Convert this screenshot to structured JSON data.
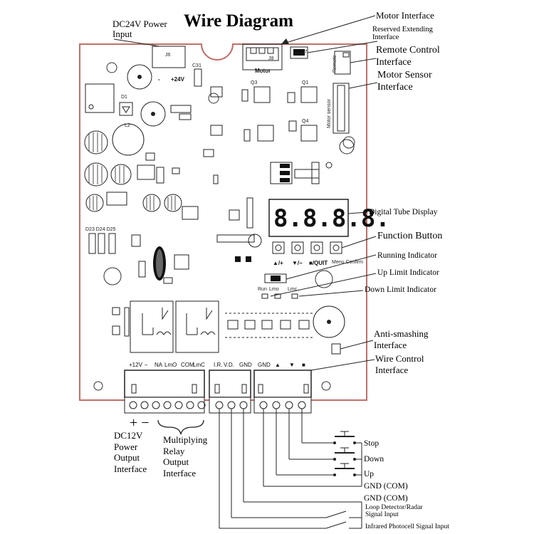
{
  "title": "Wire Diagram",
  "top_labels": {
    "dc24v_power_input": [
      "DC24V Power",
      "Input"
    ],
    "motor_interface": "Motor Interface",
    "reserved_extending_interface": [
      "Reserved Extending",
      "Interface"
    ],
    "remote_control_interface": [
      "Remote Control",
      "Interface"
    ],
    "motor_sensor_interface": [
      "Motor Sensor",
      "Interface"
    ]
  },
  "side_labels": {
    "digital_tube_display": "Digital Tube Display",
    "function_button": "Function Button",
    "running_indicator": "Running Indicator",
    "up_limit_indicator": "Up Limit Indicator",
    "down_limit_indicator": "Down Limit Indicator",
    "anti_smashing_interface": [
      "Anti-smashing",
      "Interface"
    ],
    "wire_control_interface": [
      "Wire Control",
      "Interface"
    ]
  },
  "board": {
    "motor_connector": "Motor",
    "plus_24v": "+24V",
    "minus": "-",
    "remote_label": "Remote",
    "motor_sensor_label": "Motor sensor",
    "display_digits": "8.8.8.8.",
    "buttons": [
      {
        "label": "▲/+"
      },
      {
        "label": "▼/−"
      },
      {
        "label": "■/QUIT"
      },
      {
        "label": "Menu Confirm"
      }
    ],
    "indicators": [
      "Run",
      "Lmo",
      "Lmc"
    ],
    "terminal_labels": [
      "+12V",
      "–",
      "NA",
      "LmO",
      "COM",
      "LmC",
      "I.R.",
      "V.D.",
      "GND",
      "GND",
      "▲",
      "▼",
      "■"
    ]
  },
  "bottom_labels": {
    "dc12v": [
      "DC12V",
      "Power",
      "Output",
      "Interface"
    ],
    "plus_minus": "+ −",
    "multiplying_relay": [
      "Multiplying",
      "Relay",
      "Output",
      "Interface"
    ],
    "stop": "Stop",
    "down": "Down",
    "up": "Up",
    "gnd_com_1": "GND (COM)",
    "gnd_com_2": "GND (COM)",
    "loop_detector": [
      "Loop Detector/Radar",
      "Signal Input"
    ],
    "infrared_photocell": "Infrared Photocell Signal Input"
  }
}
